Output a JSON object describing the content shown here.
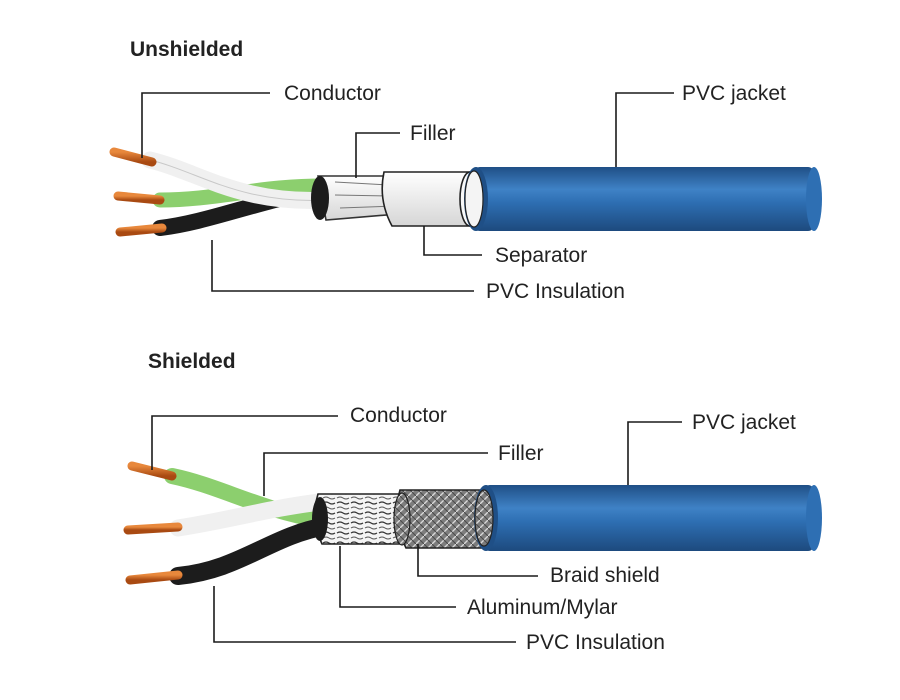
{
  "diagram": {
    "unshielded": {
      "title": "Unshielded",
      "labels": {
        "conductor": "Conductor",
        "filler": "Filler",
        "pvc_jacket": "PVC jacket",
        "separator": "Separator",
        "pvc_insulation": "PVC Insulation"
      }
    },
    "shielded": {
      "title": "Shielded",
      "labels": {
        "conductor": "Conductor",
        "filler": "Filler",
        "pvc_jacket": "PVC jacket",
        "braid_shield": "Braid shield",
        "aluminum_mylar": "Aluminum/Mylar",
        "pvc_insulation": "PVC Insulation"
      }
    }
  },
  "colors": {
    "jacket": "#2e6fb3",
    "jacket_dark": "#1f4f86",
    "jacket_light": "#5b95d1",
    "copper": "#d4661f",
    "insulation_white": "#f2f2f2",
    "insulation_green": "#8ccf6e",
    "insulation_black": "#1c1c1c",
    "braid": "#8a8a8a",
    "foil": "#e8e8e8"
  }
}
